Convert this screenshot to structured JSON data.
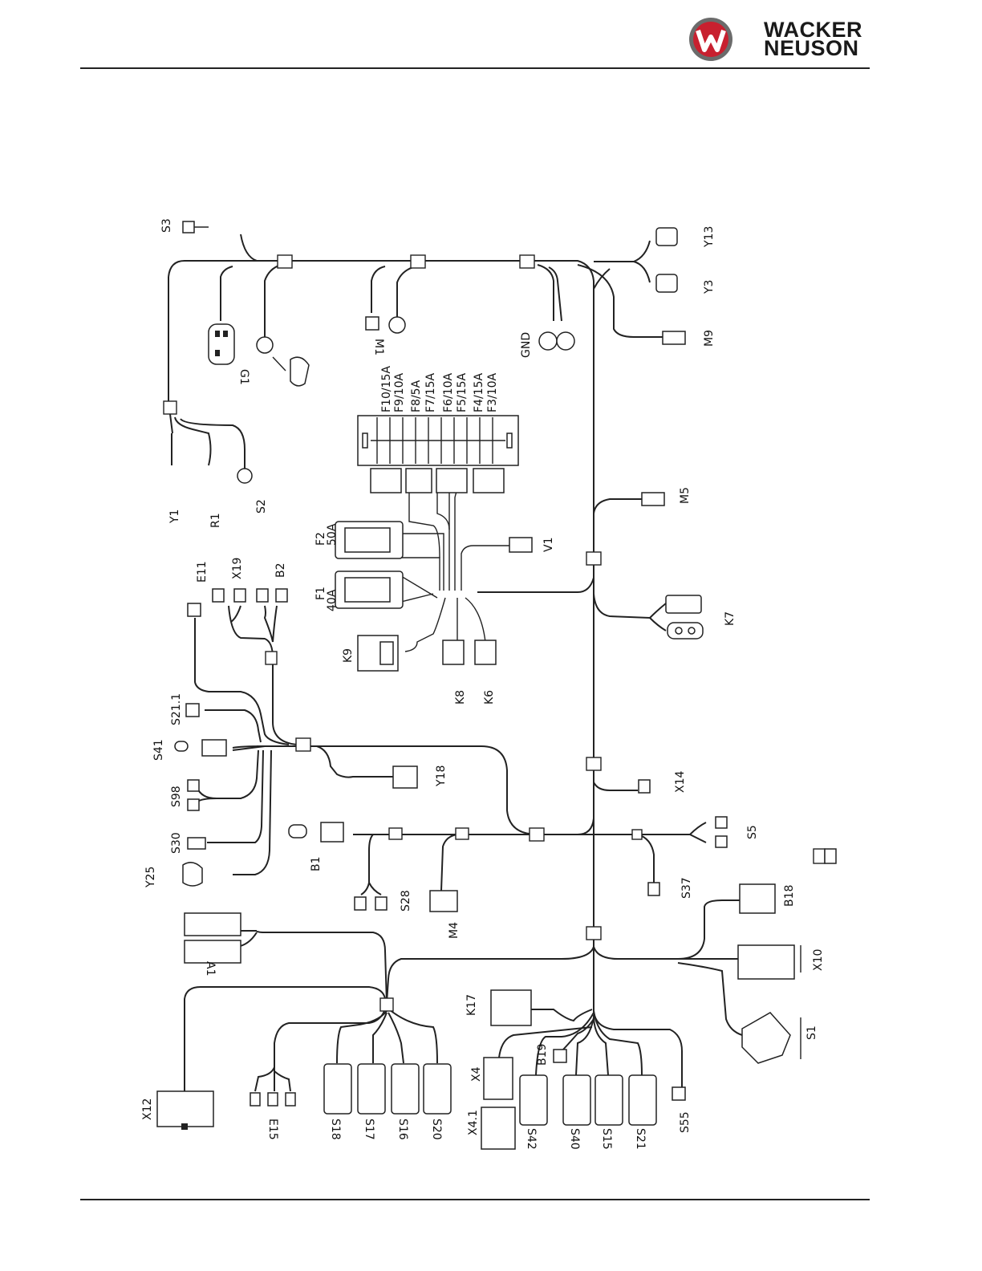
{
  "brand": {
    "line1": "WACKER",
    "line2": "NEUSON",
    "logo_red": "#c8202f",
    "logo_grey": "#6b6b6b"
  },
  "fuses": [
    "F10/15A",
    "F9/10A",
    "F8/5A",
    "F7/15A",
    "F6/10A",
    "F5/15A",
    "F4/15A",
    "F3/10A"
  ],
  "main_fuses": {
    "f2": "F2",
    "f2_rating": "50A",
    "f1": "F1",
    "f1_rating": "40A"
  },
  "components": {
    "S3": "S3",
    "Y13": "Y13",
    "Y3": "Y3",
    "M9": "M9",
    "G1": "G1",
    "M1": "M1",
    "GND": "GND",
    "Y1": "Y1",
    "R1": "R1",
    "S2": "S2",
    "M5": "M5",
    "V1": "V1",
    "E11": "E11",
    "X19": "X19",
    "B2": "B2",
    "K9": "K9",
    "K8": "K8",
    "K6": "K6",
    "K7": "K7",
    "S21_1": "S21.1",
    "S41": "S41",
    "S98": "S98",
    "Y18": "Y18",
    "X14": "X14",
    "S30": "S30",
    "B1": "B1",
    "S5": "S5",
    "Y25": "Y25",
    "S28": "S28",
    "M4": "M4",
    "S37": "S37",
    "B18": "B18",
    "A1": "A1",
    "X10": "X10",
    "K17": "K17",
    "S1": "S1",
    "X12": "X12",
    "E15": "E15",
    "S18": "S18",
    "S17": "S17",
    "S16": "S16",
    "S20": "S20",
    "X4": "X4",
    "X4_1": "X4.1",
    "B19": "B19",
    "S42": "S42",
    "S40": "S40",
    "S15": "S15",
    "S21": "S21",
    "S55": "S55"
  }
}
